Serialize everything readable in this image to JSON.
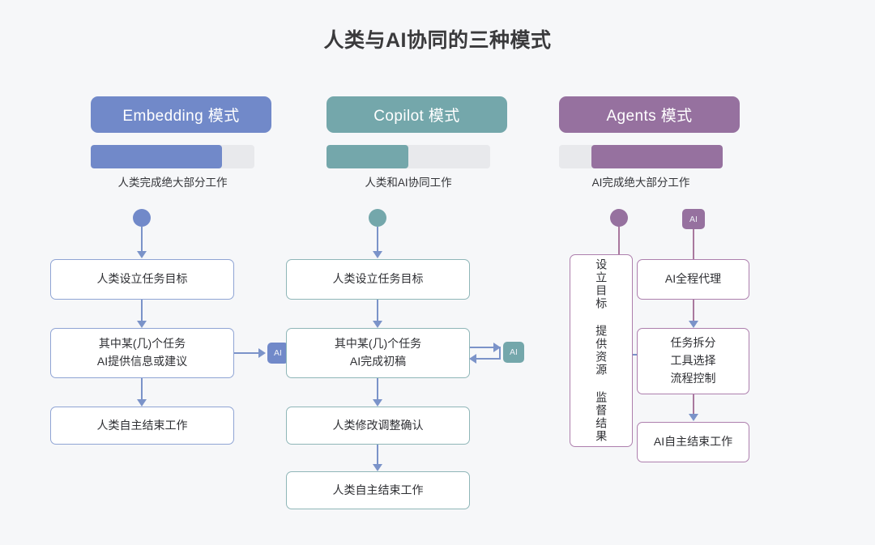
{
  "page": {
    "title": "人类与AI协同的三种模式",
    "background": "#f6f7f9"
  },
  "colors": {
    "embedding": "#7189c9",
    "copilot": "#74a7ab",
    "agents": "#96719f",
    "track": "#e8e9ec",
    "arrow": "#7b93c9",
    "text": "#2e2f33"
  },
  "columns": [
    {
      "key": "embedding",
      "header": "Embedding 模式",
      "accent": "#7189c9",
      "bar": {
        "fill_percent": 80,
        "align": "left"
      },
      "caption": "人类完成绝大部分工作",
      "start_dot": true,
      "ai_chip": "AI",
      "ai_chip_direction": "one-way",
      "nodes": [
        {
          "lines": [
            "人类设立任务目标"
          ]
        },
        {
          "lines": [
            "其中某(几)个任务",
            "AI提供信息或建议"
          ]
        },
        {
          "lines": [
            "人类自主结束工作"
          ]
        }
      ]
    },
    {
      "key": "copilot",
      "header": "Copilot 模式",
      "accent": "#74a7ab",
      "bar": {
        "fill_percent": 50,
        "align": "left"
      },
      "caption": "人类和AI协同工作",
      "start_dot": true,
      "ai_chip": "AI",
      "ai_chip_direction": "two-way",
      "nodes": [
        {
          "lines": [
            "人类设立任务目标"
          ]
        },
        {
          "lines": [
            "其中某(几)个任务",
            "AI完成初稿"
          ]
        },
        {
          "lines": [
            "人类修改调整确认"
          ]
        },
        {
          "lines": [
            "人类自主结束工作"
          ]
        }
      ]
    },
    {
      "key": "agents",
      "header": "Agents 模式",
      "accent": "#96719f",
      "bar": {
        "fill_percent": 80,
        "align": "right"
      },
      "caption": "AI完成绝大部分工作",
      "start_dot": true,
      "ai_chip": "AI",
      "human_panel": "设立目标 提供资源 监督结果",
      "nodes": [
        {
          "lines": [
            "AI全程代理"
          ]
        },
        {
          "lines": [
            "任务拆分",
            "工具选择",
            "流程控制"
          ]
        },
        {
          "lines": [
            "AI自主结束工作"
          ]
        }
      ]
    }
  ]
}
